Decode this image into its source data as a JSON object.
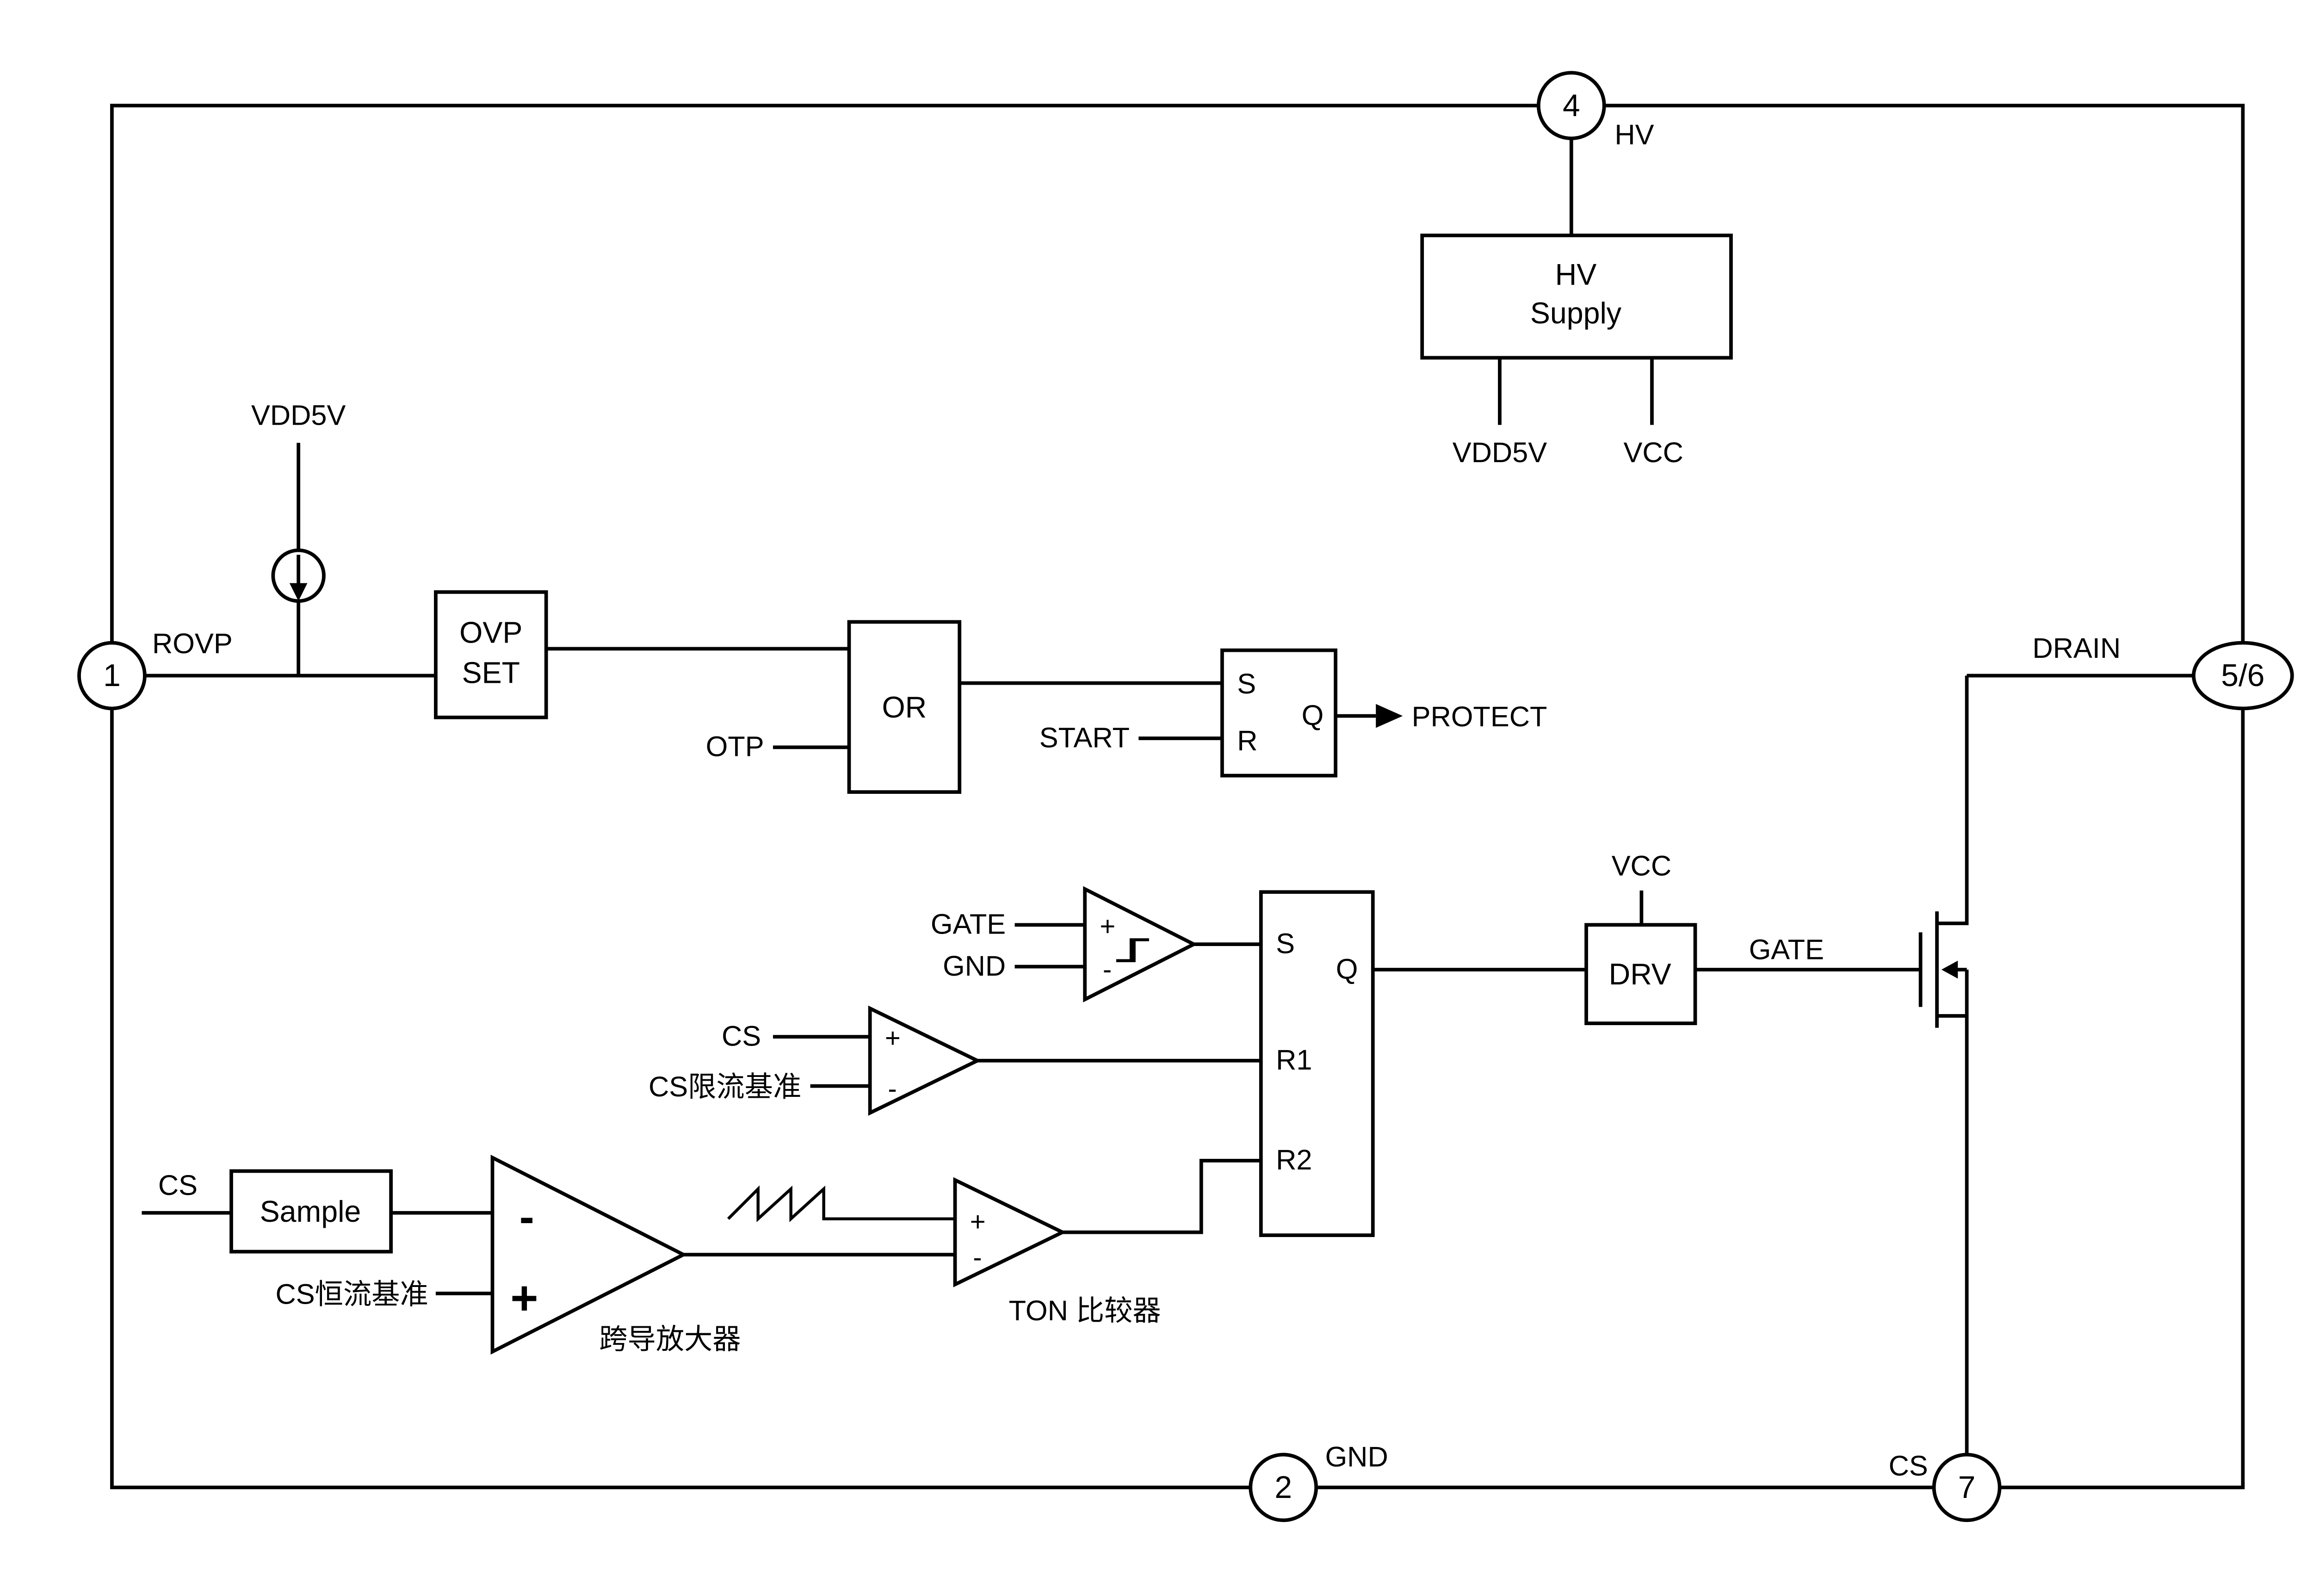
{
  "colors": {
    "line": "#000000",
    "background": "#ffffff"
  },
  "pins": {
    "p1": {
      "num": "1",
      "label": "ROVP"
    },
    "p2": {
      "num": "2",
      "label": "GND"
    },
    "p4": {
      "num": "4",
      "label": "HV"
    },
    "p56": {
      "num": "5/6",
      "label": "DRAIN"
    },
    "p7": {
      "num": "7",
      "label": "CS"
    }
  },
  "hv_supply": {
    "name1": "HV",
    "name2": "Supply",
    "out_left": "VDD5V",
    "out_right": "VCC"
  },
  "current_source": {
    "rail": "VDD5V"
  },
  "ovp_set": {
    "line1": "OVP",
    "line2": "SET"
  },
  "or_gate": {
    "label": "OR",
    "in_otp": "OTP"
  },
  "protect_latch": {
    "s": "S",
    "r": "R",
    "q": "Q",
    "in_start": "START",
    "out": "PROTECT"
  },
  "schmitt_comp": {
    "plus": "+",
    "minus": "-",
    "in_gate": "GATE",
    "in_gnd": "GND"
  },
  "pwm_latch": {
    "s": "S",
    "q": "Q",
    "r1": "R1",
    "r2": "R2"
  },
  "drv": {
    "label": "DRV",
    "vcc": "VCC",
    "out_gate": "GATE"
  },
  "cs_comp": {
    "plus": "+",
    "minus": "-",
    "in_cs": "CS",
    "in_ref": "CS限流基准"
  },
  "sample": {
    "label": "Sample",
    "in_cs": "CS"
  },
  "gm_amp": {
    "minus": "-",
    "plus": "+",
    "in_ref": "CS恒流基准",
    "caption": "跨导放大器"
  },
  "ton_comp": {
    "plus": "+",
    "minus": "-",
    "caption": "TON 比较器"
  }
}
